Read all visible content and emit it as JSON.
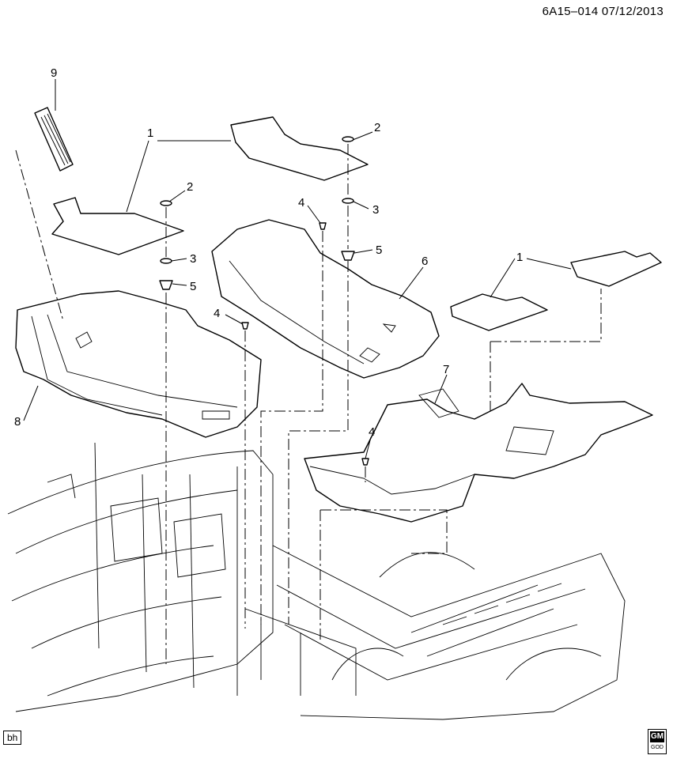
{
  "header": {
    "code": "6A15–014 07/12/2013"
  },
  "footer": {
    "tag": "bh",
    "logo_text": "GM",
    "logo_sub": "GOD"
  },
  "callouts": [
    {
      "id": "c9",
      "label": "9"
    },
    {
      "id": "c1a",
      "label": "1"
    },
    {
      "id": "c2a",
      "label": "2"
    },
    {
      "id": "c2b",
      "label": "2"
    },
    {
      "id": "c3a",
      "label": "3"
    },
    {
      "id": "c3b",
      "label": "3"
    },
    {
      "id": "c4a",
      "label": "4"
    },
    {
      "id": "c4b",
      "label": "4"
    },
    {
      "id": "c4c",
      "label": "4"
    },
    {
      "id": "c5a",
      "label": "5"
    },
    {
      "id": "c5b",
      "label": "5"
    },
    {
      "id": "c6",
      "label": "6"
    },
    {
      "id": "c1b",
      "label": "1"
    },
    {
      "id": "c7",
      "label": "7"
    },
    {
      "id": "c8",
      "label": "8"
    }
  ]
}
